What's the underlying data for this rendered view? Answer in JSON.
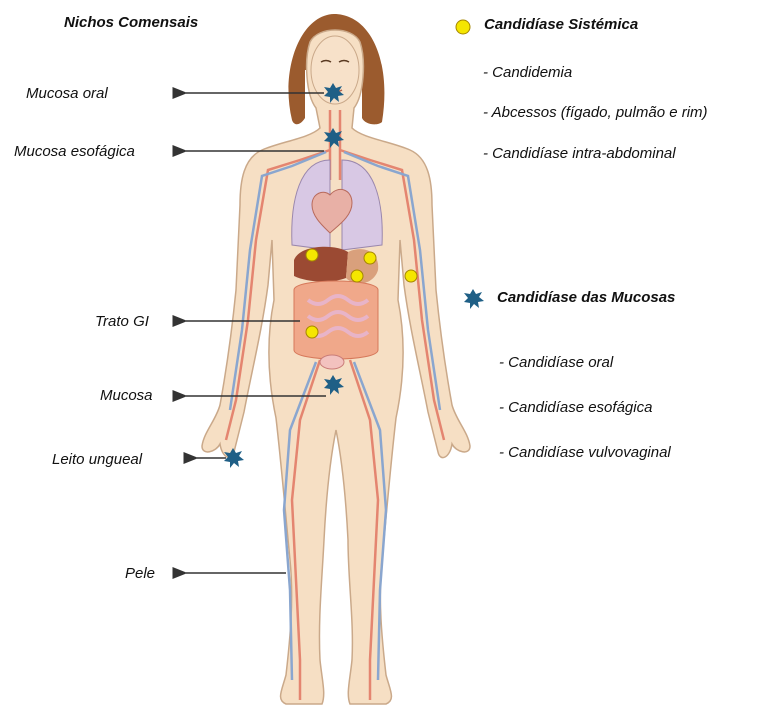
{
  "commensal_header": "Nichos Comensais",
  "niche_labels": {
    "oral": "Mucosa oral",
    "esophageal": "Mucosa esofágica",
    "gi": "Trato GI",
    "mucosa": "Mucosa",
    "nail": "Leito ungueal",
    "skin": "Pele"
  },
  "systemic": {
    "title": "Candidíase Sistémica",
    "items": [
      "- Candidemia",
      "- Abcessos (fígado, pulmão e rim)",
      "- Candidíase intra-abdominal"
    ],
    "marker_color": "#f5e600"
  },
  "mucosal": {
    "title": "Candidíase das Mucosas",
    "items": [
      "- Candidíase oral",
      "- Candidíase esofágica",
      "- Candidíase vulvovaginal"
    ],
    "marker_color": "#1f5f86"
  }
}
